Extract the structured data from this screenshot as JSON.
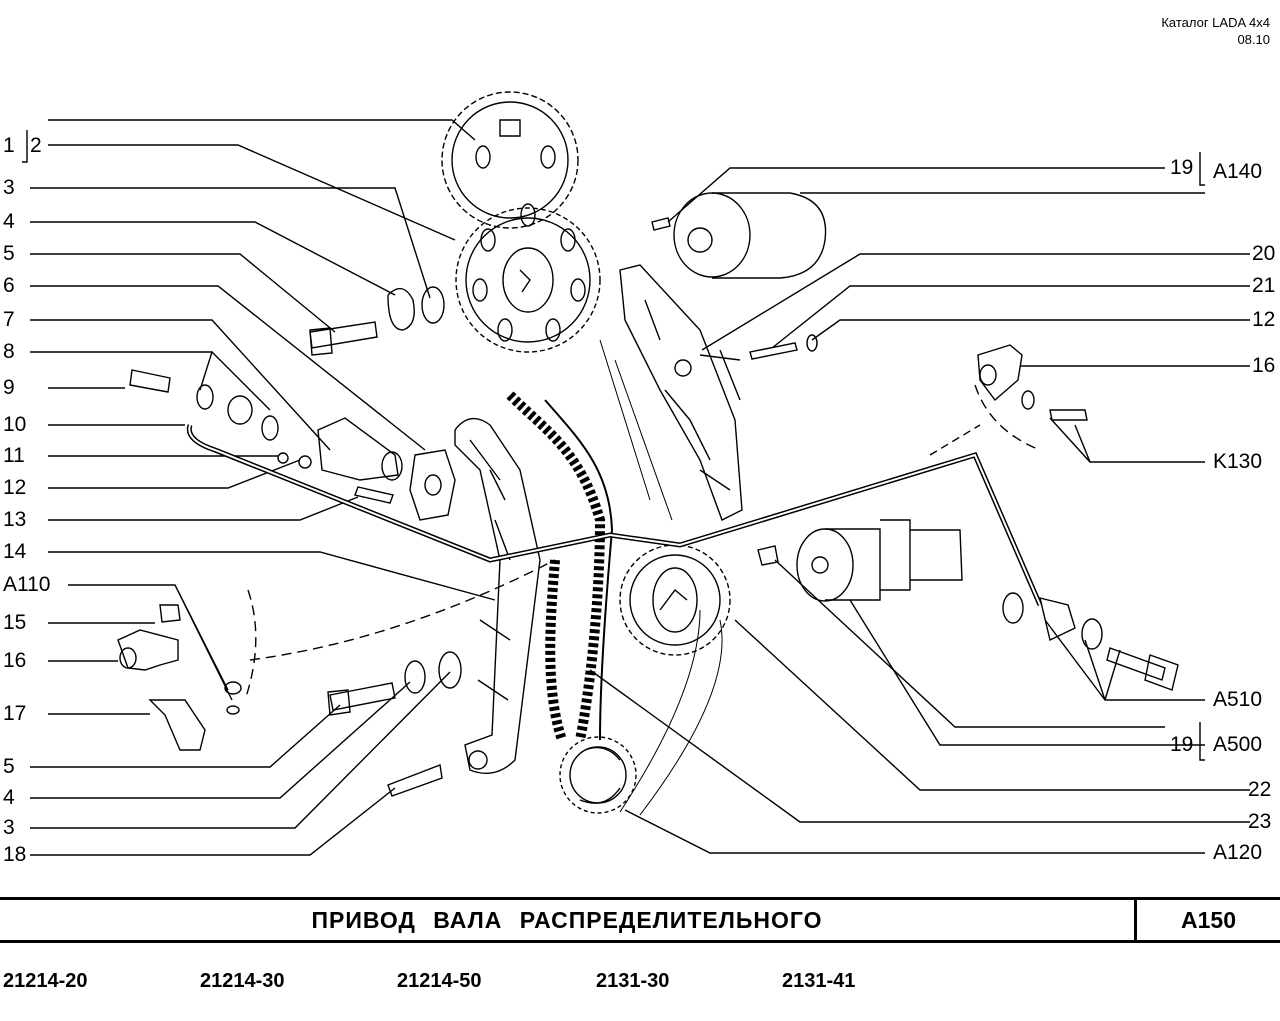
{
  "header": {
    "catalog": "Каталог  LADA  4x4",
    "date": "08.10"
  },
  "left_labels": [
    "1",
    "2",
    "3",
    "4",
    "5",
    "6",
    "7",
    "8",
    "9",
    "10",
    "11",
    "12",
    "13",
    "14",
    "A110",
    "15",
    "16",
    "17",
    "5",
    "4",
    "3",
    "18"
  ],
  "right_labels": [
    "19",
    "A140",
    "20",
    "21",
    "12",
    "16",
    "K130",
    "A510",
    "19",
    "A500",
    "22",
    "23",
    "A120"
  ],
  "title_block": {
    "title": "ПРИВОД   ВАЛА   РАСПРЕДЕЛИТЕЛЬНОГО",
    "code": "A150"
  },
  "models": [
    "21214-20",
    "21214-30",
    "21214-50",
    "2131-30",
    "2131-41"
  ]
}
